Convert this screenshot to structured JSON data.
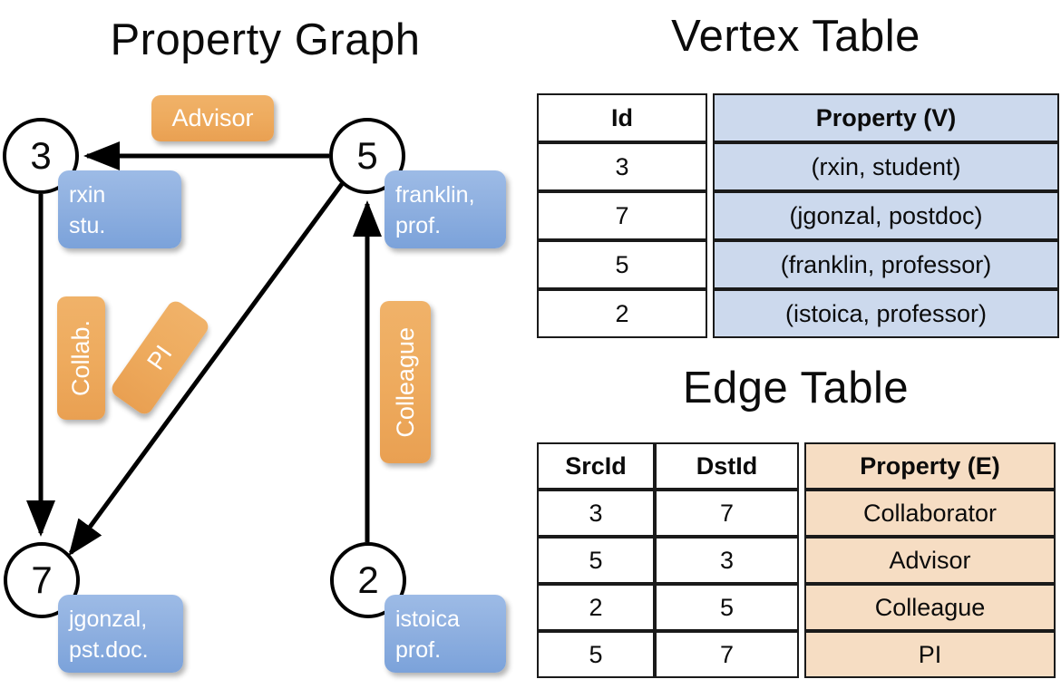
{
  "titles": {
    "property_graph": "Property Graph",
    "vertex_table": "Vertex Table",
    "edge_table": "Edge Table"
  },
  "graph": {
    "nodes": [
      {
        "id": "3",
        "property_line1": "rxin",
        "property_line2": "stu."
      },
      {
        "id": "5",
        "property_line1": "franklin,",
        "property_line2": "prof."
      },
      {
        "id": "7",
        "property_line1": "jgonzal,",
        "property_line2": "pst.doc."
      },
      {
        "id": "2",
        "property_line1": "istoica",
        "property_line2": "prof."
      }
    ],
    "edge_labels": {
      "advisor": "Advisor",
      "collaborator": "Collab.",
      "pi": "PI",
      "colleague": "Colleague"
    }
  },
  "vertex_table": {
    "headers": [
      "Id",
      "Property (V)"
    ],
    "rows": [
      [
        "3",
        "(rxin, student)"
      ],
      [
        "7",
        "(jgonzal, postdoc)"
      ],
      [
        "5",
        "(franklin, professor)"
      ],
      [
        "2",
        "(istoica, professor)"
      ]
    ]
  },
  "edge_table": {
    "headers": [
      "SrcId",
      "DstId",
      "Property (E)"
    ],
    "rows": [
      [
        "3",
        "7",
        "Collaborator"
      ],
      [
        "5",
        "3",
        "Advisor"
      ],
      [
        "2",
        "5",
        "Colleague"
      ],
      [
        "5",
        "7",
        "PI"
      ]
    ]
  },
  "colors": {
    "vertex_property_fill": "#ccd9ed",
    "edge_property_fill": "#f6ddc3",
    "node_box_blue": "#8fb0e0",
    "edge_label_orange": "#eeab5e",
    "stroke": "#000000"
  }
}
